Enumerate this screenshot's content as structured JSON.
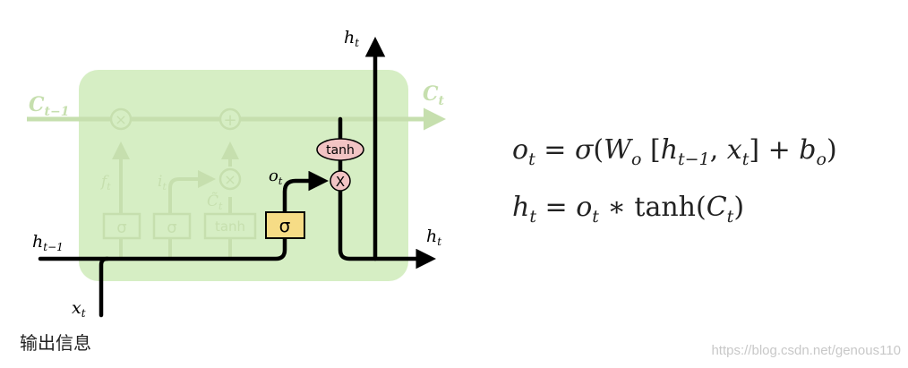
{
  "diagram": {
    "labels": {
      "c_prev": "C",
      "c_prev_sub": "t−1",
      "c_out": "C",
      "c_out_sub": "t",
      "h_top": "h",
      "h_top_sub": "t",
      "h_right": "h",
      "h_right_sub": "t",
      "h_prev": "h",
      "h_prev_sub": "t−1",
      "x_in": "x",
      "x_in_sub": "t",
      "o_t": "o",
      "o_t_sub": "t",
      "f_t": "f",
      "f_t_sub": "t",
      "i_t": "i",
      "i_t_sub": "t",
      "c_tilde": "C̃",
      "c_tilde_sub": "t"
    },
    "gates": {
      "sigma_forget": "σ",
      "sigma_input": "σ",
      "tanh_input": "tanh",
      "sigma_output": "σ",
      "tanh_output": "tanh"
    },
    "ops": {
      "times_forget": "×",
      "plus_cell": "+",
      "times_input": "×",
      "times_output": "X"
    },
    "colors": {
      "cell_background": "#d6eec4",
      "faded_lines": "#c6dfae",
      "active_lines": "#000000",
      "output_gate_fill": "#f6dc86",
      "pointwise_fill": "#f2c4c4"
    }
  },
  "equations": {
    "line1": {
      "lhs": "o",
      "lhs_sub": "t",
      "eq": "=",
      "sigma": "σ",
      "open": "(",
      "W": "W",
      "W_sub": "o",
      "bracket_open": "[",
      "h": "h",
      "h_sub": "t−1",
      "comma": ",",
      "x": "x",
      "x_sub": "t",
      "bracket_close": "]",
      "plus": "+",
      "b": "b",
      "b_sub": "o",
      "close": ")"
    },
    "line2": {
      "lhs": "h",
      "lhs_sub": "t",
      "eq": "=",
      "o": "o",
      "o_sub": "t",
      "times": "∗",
      "tanh": "tanh",
      "open": "(",
      "C": "C",
      "C_sub": "t",
      "close": ")"
    }
  },
  "caption": "输出信息",
  "watermark": "https://blog.csdn.net/genous110"
}
